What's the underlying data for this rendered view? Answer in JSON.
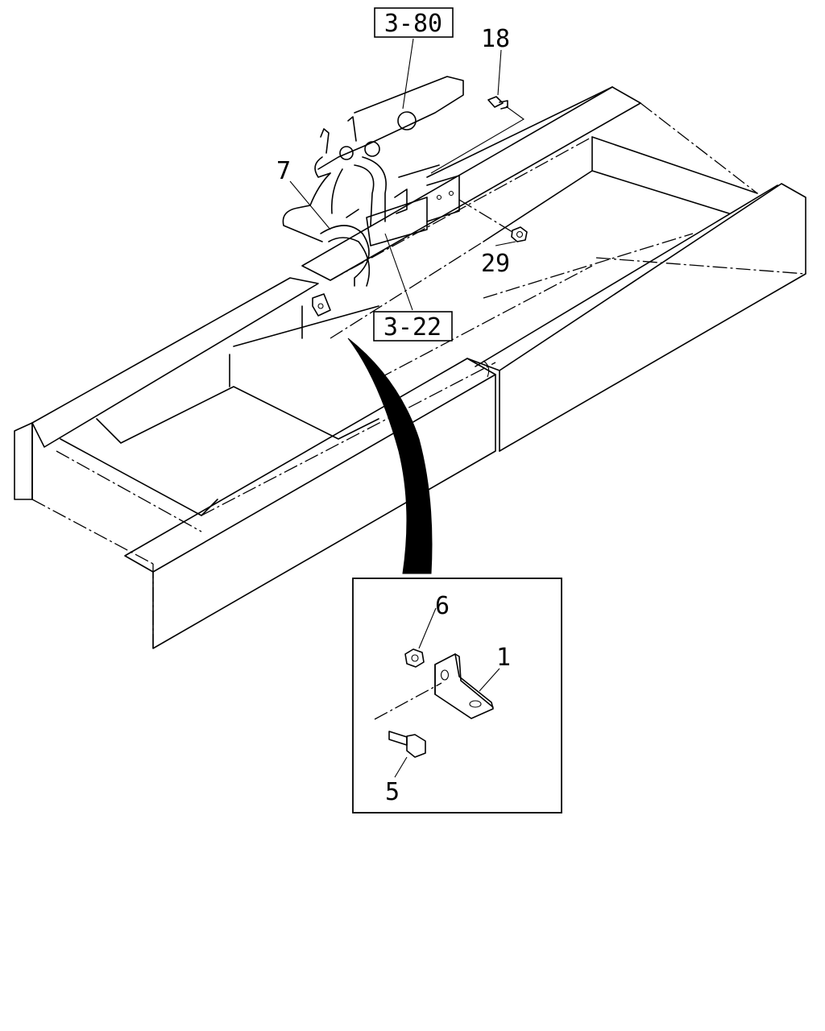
{
  "labels": {
    "ref_top": "3-80",
    "ref_mid": "3-22",
    "p18": "18",
    "p7": "7",
    "p29": "29",
    "p6": "6",
    "p1": "1",
    "p5": "5"
  }
}
